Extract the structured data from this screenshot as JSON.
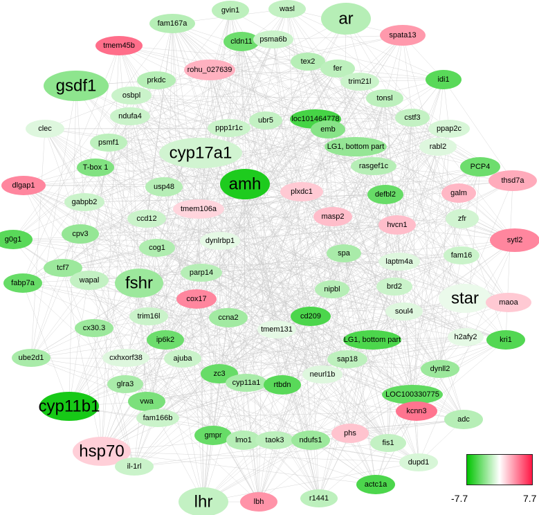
{
  "colors": {
    "negative": "#00c400",
    "mid": "#ffffff",
    "positive": "#ff1744",
    "edge": "#c8c8c8"
  },
  "legend": {
    "min_label": "-7.7",
    "max_label": "7.7"
  },
  "nodes": [
    {
      "label": "ar",
      "value": -2.2
    },
    {
      "label": "wasl",
      "value": -1.8
    },
    {
      "label": "gvin1",
      "value": -2.0
    },
    {
      "label": "fam167a",
      "value": -2.2
    },
    {
      "label": "tmem45b",
      "value": 4.8
    },
    {
      "label": "spata13",
      "value": 3.4
    },
    {
      "label": "gsdf1",
      "value": -3.4
    },
    {
      "label": "cldn11",
      "value": -4.4
    },
    {
      "label": "psma6b",
      "value": -1.6
    },
    {
      "label": "tex2",
      "value": -2.2
    },
    {
      "label": "rohu_027639",
      "value": 2.6
    },
    {
      "label": "prkdc",
      "value": -2.2
    },
    {
      "label": "osbpl",
      "value": -1.6
    },
    {
      "label": "fer",
      "value": -2.0
    },
    {
      "label": "trim21l",
      "value": -1.6
    },
    {
      "label": "idi1",
      "value": -5.0
    },
    {
      "label": "tonsl",
      "value": -2.0
    },
    {
      "label": "ndufa4",
      "value": -1.6
    },
    {
      "label": "clec",
      "value": -1.0
    },
    {
      "label": "ubr5",
      "value": -1.8
    },
    {
      "label": "loc101464778",
      "value": -5.6
    },
    {
      "label": "ppp1r1c",
      "value": -1.6
    },
    {
      "label": "emb",
      "value": -3.6
    },
    {
      "label": "cstf3",
      "value": -1.8
    },
    {
      "label": "ppap2c",
      "value": -1.2
    },
    {
      "label": "psmf1",
      "value": -2.0
    },
    {
      "label": "cyp17a1",
      "value": -1.4
    },
    {
      "label": "LG1, bottom part",
      "value": -3.2
    },
    {
      "label": "rabl2",
      "value": -1.0
    },
    {
      "label": "T-box 1",
      "value": -3.8
    },
    {
      "label": "rasgef1c",
      "value": -2.2
    },
    {
      "label": "PCP4",
      "value": -4.4
    },
    {
      "label": "thsd7a",
      "value": 2.8
    },
    {
      "label": "dlgap1",
      "value": 4.0
    },
    {
      "label": "amh",
      "value": -6.8
    },
    {
      "label": "usp48",
      "value": -2.2
    },
    {
      "label": "plxdc1",
      "value": 1.8
    },
    {
      "label": "gabpb2",
      "value": -1.6
    },
    {
      "label": "defbl2",
      "value": -4.6
    },
    {
      "label": "galm",
      "value": 2.4
    },
    {
      "label": "tmem106a",
      "value": 1.4
    },
    {
      "label": "ccd12",
      "value": -1.6
    },
    {
      "label": "masp2",
      "value": 2.2
    },
    {
      "label": "zfr",
      "value": -1.4
    },
    {
      "label": "hvcn1",
      "value": 2.2
    },
    {
      "label": "g0g1",
      "value": -5.0
    },
    {
      "label": "cpv3",
      "value": -3.2
    },
    {
      "label": "dynlrbp1",
      "value": -0.8
    },
    {
      "label": "sytl2",
      "value": 4.0
    },
    {
      "label": "cog1",
      "value": -2.4
    },
    {
      "label": "spa",
      "value": -2.6
    },
    {
      "label": "laptm4a",
      "value": -1.0
    },
    {
      "label": "fam16",
      "value": -1.6
    },
    {
      "label": "tcf7",
      "value": -3.0
    },
    {
      "label": "parp14",
      "value": -2.2
    },
    {
      "label": "fshr",
      "value": -3.0
    },
    {
      "label": "brd2",
      "value": -1.6
    },
    {
      "label": "fabp7a",
      "value": -4.6
    },
    {
      "label": "nipbl",
      "value": -2.2
    },
    {
      "label": "wapal",
      "value": -1.8
    },
    {
      "label": "cox17",
      "value": 4.0
    },
    {
      "label": "star",
      "value": -0.6
    },
    {
      "label": "maoa",
      "value": 1.8
    },
    {
      "label": "soul4",
      "value": -1.0
    },
    {
      "label": "trim16l",
      "value": -1.6
    },
    {
      "label": "ccna2",
      "value": -2.8
    },
    {
      "label": "cd209",
      "value": -5.4
    },
    {
      "label": "cx30.3",
      "value": -3.0
    },
    {
      "label": "tmem131",
      "value": -0.8
    },
    {
      "label": "h2afy2",
      "value": -0.8
    },
    {
      "label": "ip6k2",
      "value": -4.4
    },
    {
      "label": "LG1, bottom part",
      "value": -5.4
    },
    {
      "label": "kri1",
      "value": -5.2
    },
    {
      "label": "ube2d1",
      "value": -2.6
    },
    {
      "label": "cxhxorf38",
      "value": -1.0
    },
    {
      "label": "ajuba",
      "value": -1.6
    },
    {
      "label": "sap18",
      "value": -2.0
    },
    {
      "label": "neurl1b",
      "value": -1.0
    },
    {
      "label": "dynll2",
      "value": -3.0
    },
    {
      "label": "zc3",
      "value": -4.6
    },
    {
      "label": "cyp11a1",
      "value": -2.6
    },
    {
      "label": "rtbdn",
      "value": -5.0
    },
    {
      "label": "glra3",
      "value": -2.6
    },
    {
      "label": "LOC100330775",
      "value": -4.8
    },
    {
      "label": "vwa",
      "value": -4.0
    },
    {
      "label": "cyp11b1",
      "value": -7.0
    },
    {
      "label": "kcnn3",
      "value": 4.6
    },
    {
      "label": "adc",
      "value": -2.2
    },
    {
      "label": "fam166b",
      "value": -1.6
    },
    {
      "label": "gmpr",
      "value": -4.6
    },
    {
      "label": "lmo1",
      "value": -2.2
    },
    {
      "label": "taok3",
      "value": -2.0
    },
    {
      "label": "ndufs1",
      "value": -3.0
    },
    {
      "label": "phs",
      "value": 2.0
    },
    {
      "label": "fis1",
      "value": -1.8
    },
    {
      "label": "hsp70",
      "value": 1.6
    },
    {
      "label": "dupd1",
      "value": -1.2
    },
    {
      "label": "il-1rl",
      "value": -1.6
    },
    {
      "label": "actc1a",
      "value": -5.4
    },
    {
      "label": "lhr",
      "value": -1.8
    },
    {
      "label": "lbh",
      "value": 3.6
    },
    {
      "label": "r1441",
      "value": -2.0
    }
  ]
}
